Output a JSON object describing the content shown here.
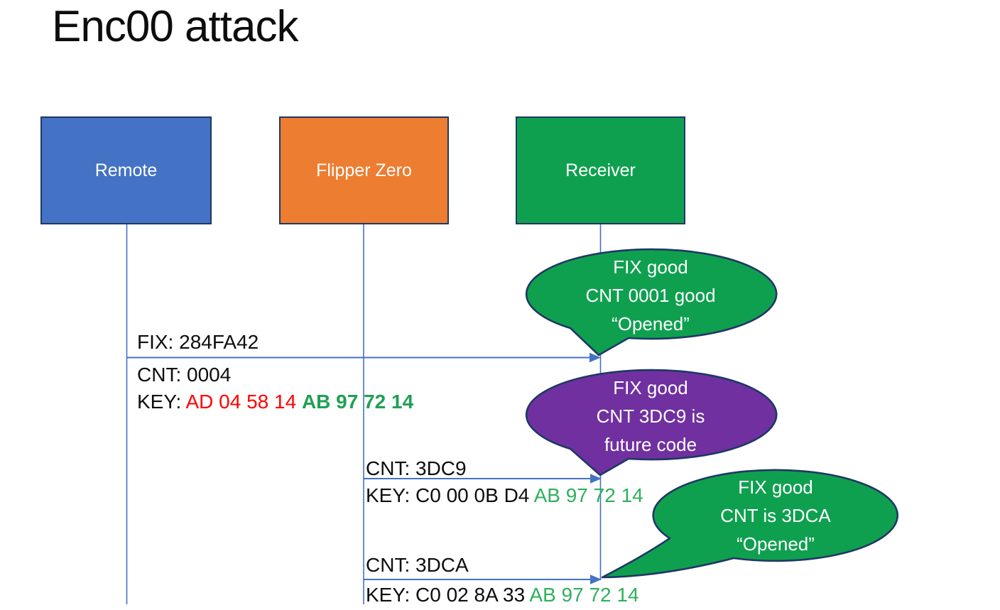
{
  "title": "Enc00 attack",
  "actors": {
    "remote": {
      "label": "Remote",
      "fill": "#4472C4"
    },
    "flipper": {
      "label": "Flipper Zero",
      "fill": "#ED7D31"
    },
    "receiver": {
      "label": "Receiver",
      "fill": "#0FA04F"
    }
  },
  "messages": {
    "m1": {
      "fix": "FIX: 284FA42",
      "cnt": "CNT: 0004",
      "key_label": "KEY: ",
      "key_red": "AD 04 58 14 ",
      "key_green": "AB 97 72 14"
    },
    "m2": {
      "cnt": "CNT: 3DC9",
      "key_label": "KEY: C0 00 0B D4 ",
      "key_green": "AB 97 72 14"
    },
    "m3": {
      "cnt": "CNT: 3DCA",
      "key_label": "KEY: C0 02 8A 33 ",
      "key_green": "AB 97 72 14"
    }
  },
  "bubbles": {
    "b1": {
      "line1": "FIX good",
      "line2": "CNT 0001 good",
      "line3": "“Opened”",
      "fill": "#0FA04F"
    },
    "b2": {
      "line1": "FIX good",
      "line2": "CNT 3DC9 is",
      "line3": "future code",
      "fill": "#7030A0"
    },
    "b3": {
      "line1": "FIX good",
      "line2": "CNT is 3DCA",
      "line3": "“Opened”",
      "fill": "#0FA04F"
    }
  },
  "colors": {
    "outline": "#1F3864",
    "connector_blue": "#4472C4",
    "bubble_green": "#0FA04F",
    "bubble_purple": "#7030A0",
    "key_red": "#FF0000",
    "key_green_bold": "#1FA053",
    "key_green": "#2EB05C"
  }
}
